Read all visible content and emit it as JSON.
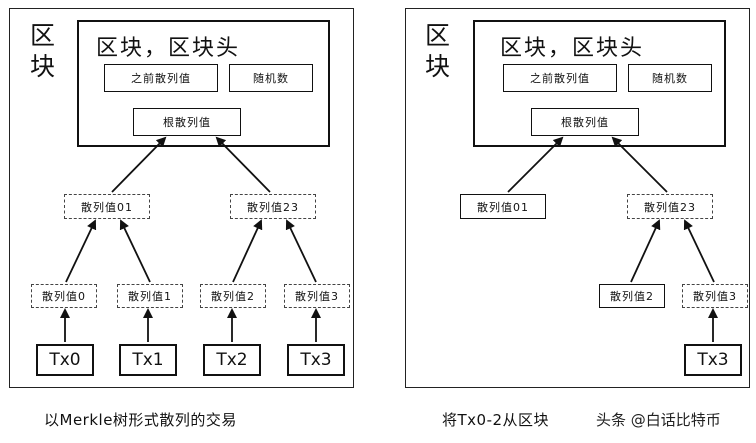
{
  "left": {
    "side_label": "区块",
    "header_title": "区块，区块头",
    "prev_hash": "之前散列值",
    "nonce": "随机数",
    "root_hash": "根散列值",
    "hash01": "散列值01",
    "hash23": "散列值23",
    "hash0": "散列值0",
    "hash1": "散列值1",
    "hash2": "散列值2",
    "hash3": "散列值3",
    "tx0": "Tx0",
    "tx1": "Tx1",
    "tx2": "Tx2",
    "tx3": "Tx3",
    "caption": "以Merkle树形式散列的交易"
  },
  "right": {
    "side_label": "区块",
    "header_title": "区块，区块头",
    "prev_hash": "之前散列值",
    "nonce": "随机数",
    "root_hash": "根散列值",
    "hash01": "散列值01",
    "hash23": "散列值23",
    "hash2": "散列值2",
    "hash3": "散列值3",
    "tx3": "Tx3",
    "caption": "将Tx0-2从区块"
  },
  "watermark": "头条 @白话比特币"
}
